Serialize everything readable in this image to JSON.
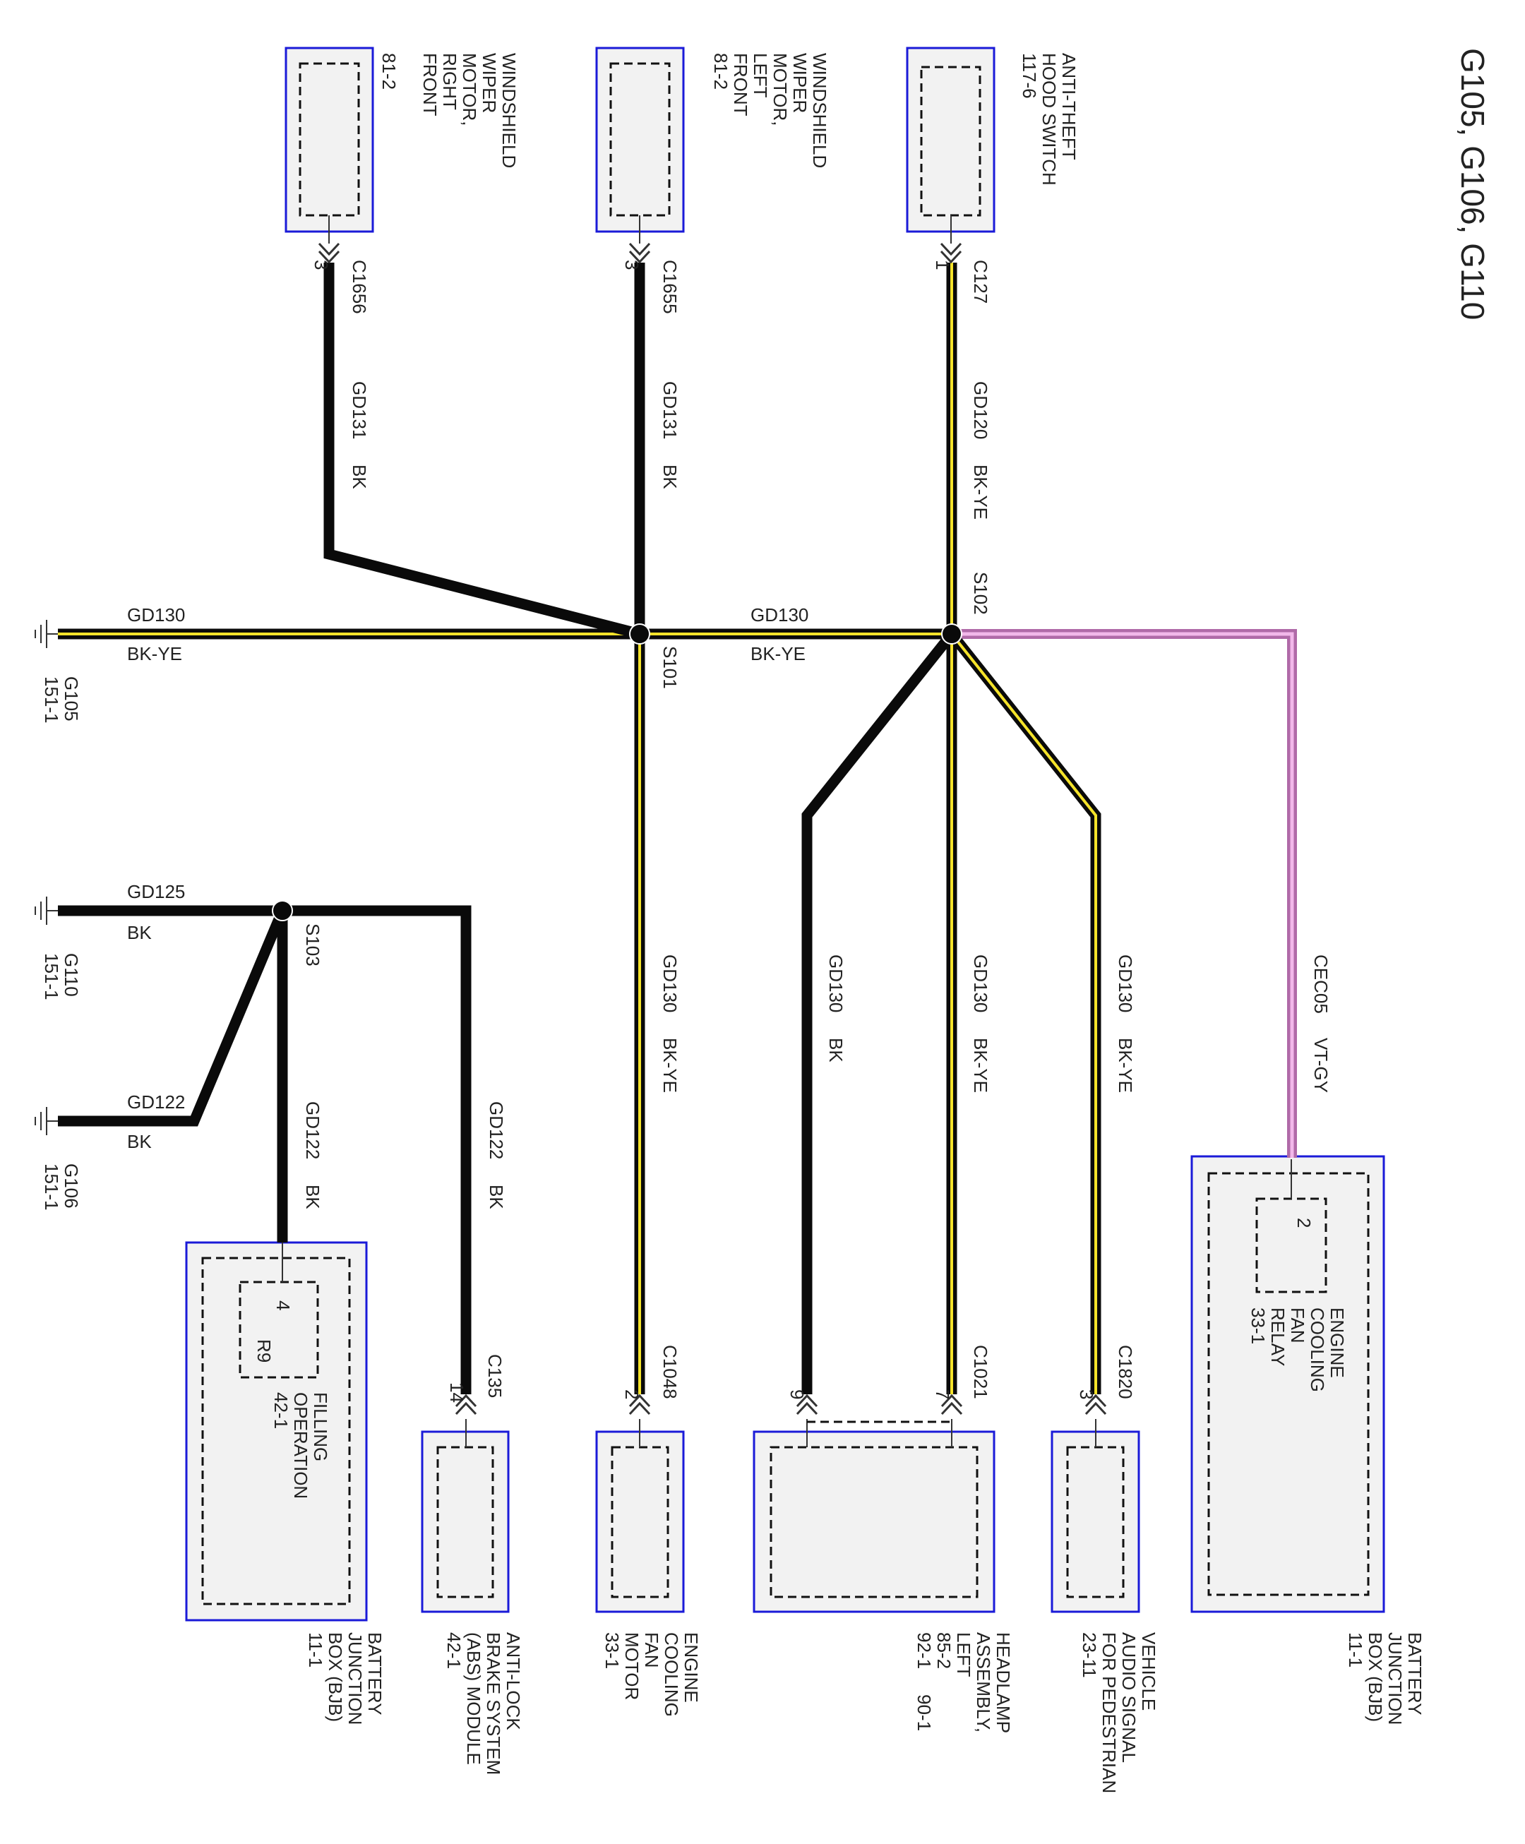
{
  "title": "G105, G106, G110",
  "colors": {
    "wire_black": "#0a0a0a",
    "wire_yellow_stripe": "#f5e32a",
    "wire_violet": "#b06aa8",
    "wire_violet_stripe": "#f2b8ea",
    "component_border": "#1a1ad8",
    "component_fill": "#f2f2f2"
  },
  "components": {
    "wiper_right": [
      "WINDSHIELD",
      "WIPER",
      "MOTOR,",
      "RIGHT",
      "FRONT",
      "81-2"
    ],
    "wiper_left": [
      "WINDSHIELD",
      "WIPER",
      "MOTOR,",
      "LEFT",
      "FRONT",
      "81-2"
    ],
    "hood_switch": [
      "ANTI-THEFT",
      "HOOD SWITCH",
      "117-6"
    ],
    "bjb_right": [
      "BATTERY",
      "JUNCTION",
      "BOX (BJB)",
      "11-1"
    ],
    "relay": [
      "ENGINE",
      "COOLING",
      "FAN",
      "RELAY",
      "33-1"
    ],
    "relay_pin": "2",
    "audio": [
      "VEHICLE",
      "AUDIO SIGNAL",
      "FOR PEDESTRIAN",
      "23-11"
    ],
    "headlamp": [
      "HEADLAMP",
      "ASSEMBLY,",
      "LEFT",
      "85-2",
      "92-1"
    ],
    "headlamp_extra": "90-1",
    "fan_motor": [
      "ENGINE",
      "COOLING",
      "FAN",
      "MOTOR",
      "33-1"
    ],
    "abs": [
      "ANTI-LOCK",
      "BRAKE SYSTEM",
      "(ABS) MODULE",
      "42-1"
    ],
    "bjb_left": [
      "BATTERY",
      "JUNCTION",
      "BOX (BJB)",
      "11-1"
    ],
    "filling": [
      "FILLING",
      "OPERATION",
      "42-1"
    ],
    "filling_pin": "4",
    "filling_ref": "R9"
  },
  "connectors": {
    "c1656": {
      "id": "C1656",
      "pin": "3"
    },
    "c1655": {
      "id": "C1655",
      "pin": "3"
    },
    "c127": {
      "id": "C127",
      "pin": "1"
    },
    "c1820": {
      "id": "C1820",
      "pin": "3"
    },
    "c1021": {
      "id": "C1021",
      "pin_a": "7",
      "pin_b": "9"
    },
    "c1048": {
      "id": "C1048",
      "pin": "2"
    },
    "c135": {
      "id": "C135",
      "pin": "14"
    }
  },
  "splices": {
    "s101": "S101",
    "s102": "S102",
    "s103": "S103"
  },
  "grounds": {
    "g105": {
      "id": "G105",
      "ref": "151-1"
    },
    "g110": {
      "id": "G110",
      "ref": "151-1"
    },
    "g106": {
      "id": "G106",
      "ref": "151-1"
    }
  },
  "wires": {
    "gd131_right": {
      "circuit": "GD131",
      "color": "BK"
    },
    "gd131_left": {
      "circuit": "GD131",
      "color": "BK"
    },
    "gd120": {
      "circuit": "GD120",
      "color": "BK-YE"
    },
    "gd130_ground": {
      "circuit": "GD130",
      "color": "BK-YE"
    },
    "gd130_link": {
      "circuit": "GD130",
      "color": "BK-YE"
    },
    "gd130_fan": {
      "circuit": "GD130",
      "color": "BK-YE"
    },
    "gd130_head9": {
      "circuit": "GD130",
      "color": "BK"
    },
    "gd130_head7": {
      "circuit": "GD130",
      "color": "BK-YE"
    },
    "gd130_audio": {
      "circuit": "GD130",
      "color": "BK-YE"
    },
    "cec05": {
      "circuit": "CEC05",
      "color": "VT-GY"
    },
    "gd125": {
      "circuit": "GD125",
      "color": "BK"
    },
    "gd122_ground": {
      "circuit": "GD122",
      "color": "BK"
    },
    "gd122_bjb": {
      "circuit": "GD122",
      "color": "BK"
    },
    "gd122_abs": {
      "circuit": "GD122",
      "color": "BK"
    }
  }
}
